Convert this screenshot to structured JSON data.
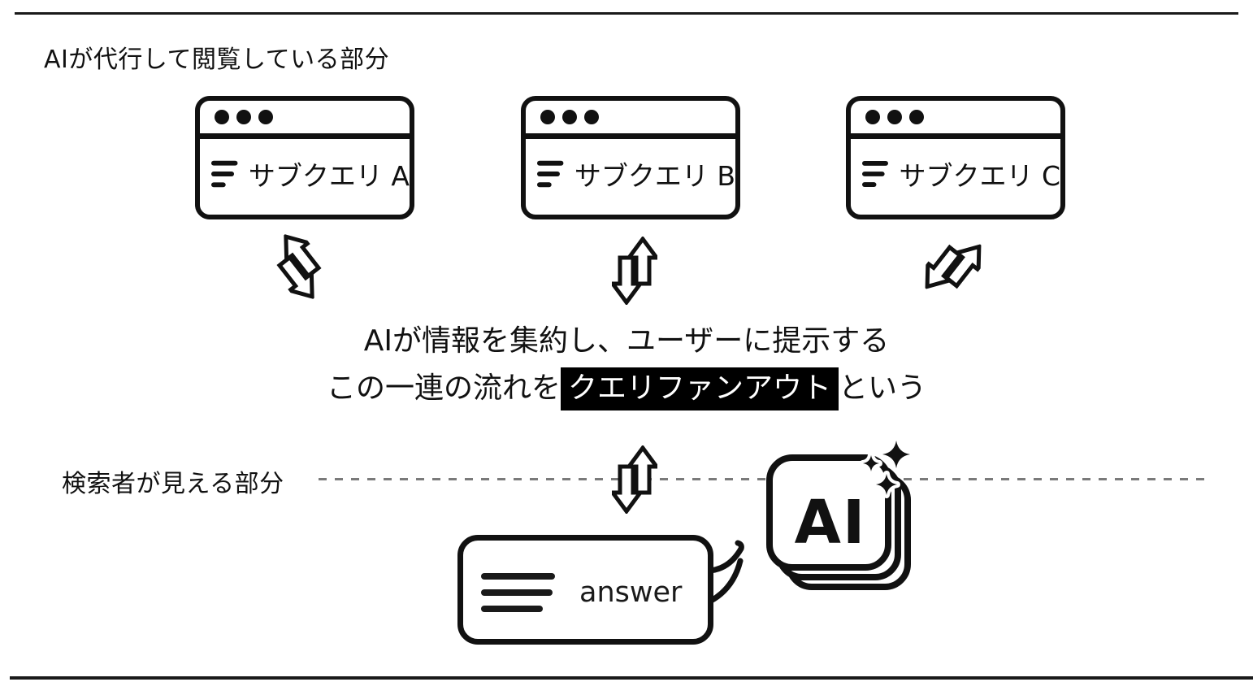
{
  "colors": {
    "ink": "#111111",
    "background": "#ffffff",
    "dashed_line": "#7a7a7a",
    "highlight_bg": "#000000",
    "highlight_text": "#ffffff"
  },
  "labels": {
    "hidden_section": "AIが代行して閲覧している部分",
    "visible_section": "検索者が見える部分"
  },
  "browsers": [
    {
      "label": "サブクエリ A"
    },
    {
      "label": "サブクエリ B"
    },
    {
      "label": "サブクエリ C"
    }
  ],
  "center_text": {
    "line1": "AIが情報を集約し、ユーザーに提示する",
    "line2_prefix": "この一連の流れを",
    "line2_highlight": "クエリファンアウト",
    "line2_suffix": "という"
  },
  "answer_bubble": {
    "label": "answer"
  },
  "ai_badge": {
    "label": "AI"
  },
  "icons": {
    "window_dots": "three-dots",
    "window_menu": "hamburger-lines",
    "exchange_arrow": "double-arrow-up-down",
    "sparkles": "four-point-stars",
    "speech_tail": "curved-swoosh"
  }
}
